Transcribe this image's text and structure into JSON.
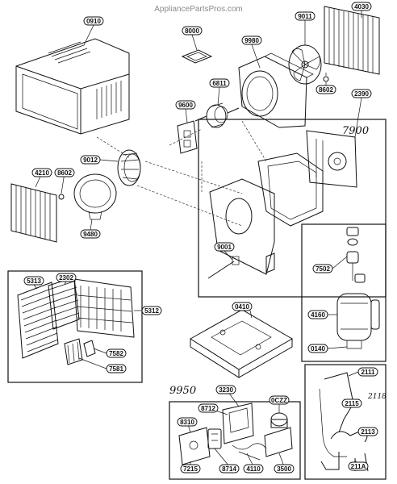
{
  "watermark": "AppliancePartsPros.com",
  "handwritten": {
    "group_7900": "7900",
    "group_9950": "9950",
    "note_2118": "2118"
  },
  "parts": {
    "p0910": "0910",
    "p8000": "8000",
    "p9980": "9980",
    "p9011": "9011",
    "p4030": "4030",
    "p6811": "6811",
    "p8602a": "8602",
    "p9600": "9600",
    "p2390": "2390",
    "p9012": "9012",
    "p4210": "4210",
    "p8602b": "8602",
    "p9480": "9480",
    "p9001": "9001",
    "p7502": "7502",
    "p4160": "4160",
    "p0140": "0140",
    "p5313": "5313",
    "p2302": "2302",
    "p5312": "5312",
    "p7582": "7582",
    "p7581": "7581",
    "p0410": "0410",
    "p3230": "3230",
    "p8712": "8712",
    "p0CZZ": "0CZZ",
    "p8310": "8310",
    "p7215": "7215",
    "p8714": "8714",
    "p4110": "4110",
    "p3500": "3500",
    "p2111": "2111",
    "p2115": "2115",
    "p2113": "2113",
    "p211A": "211A"
  }
}
